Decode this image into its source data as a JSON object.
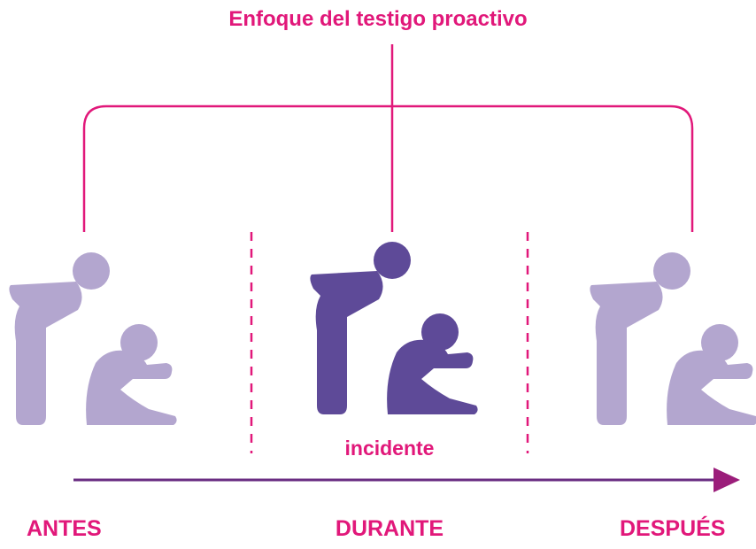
{
  "title": "Enfoque del testigo proactivo",
  "incident_label": "incidente",
  "phases": [
    "ANTES",
    "DURANTE",
    "DESPUÉS"
  ],
  "colors": {
    "accent": "#E1187A",
    "figure_light": "#B3A6CF",
    "figure_dark": "#5E4A98",
    "arrow": "#6A2D82",
    "arrow_head": "#9B1D7A"
  },
  "icons": [
    "person-bending-over-icon",
    "person-sitting-distressed-icon"
  ]
}
